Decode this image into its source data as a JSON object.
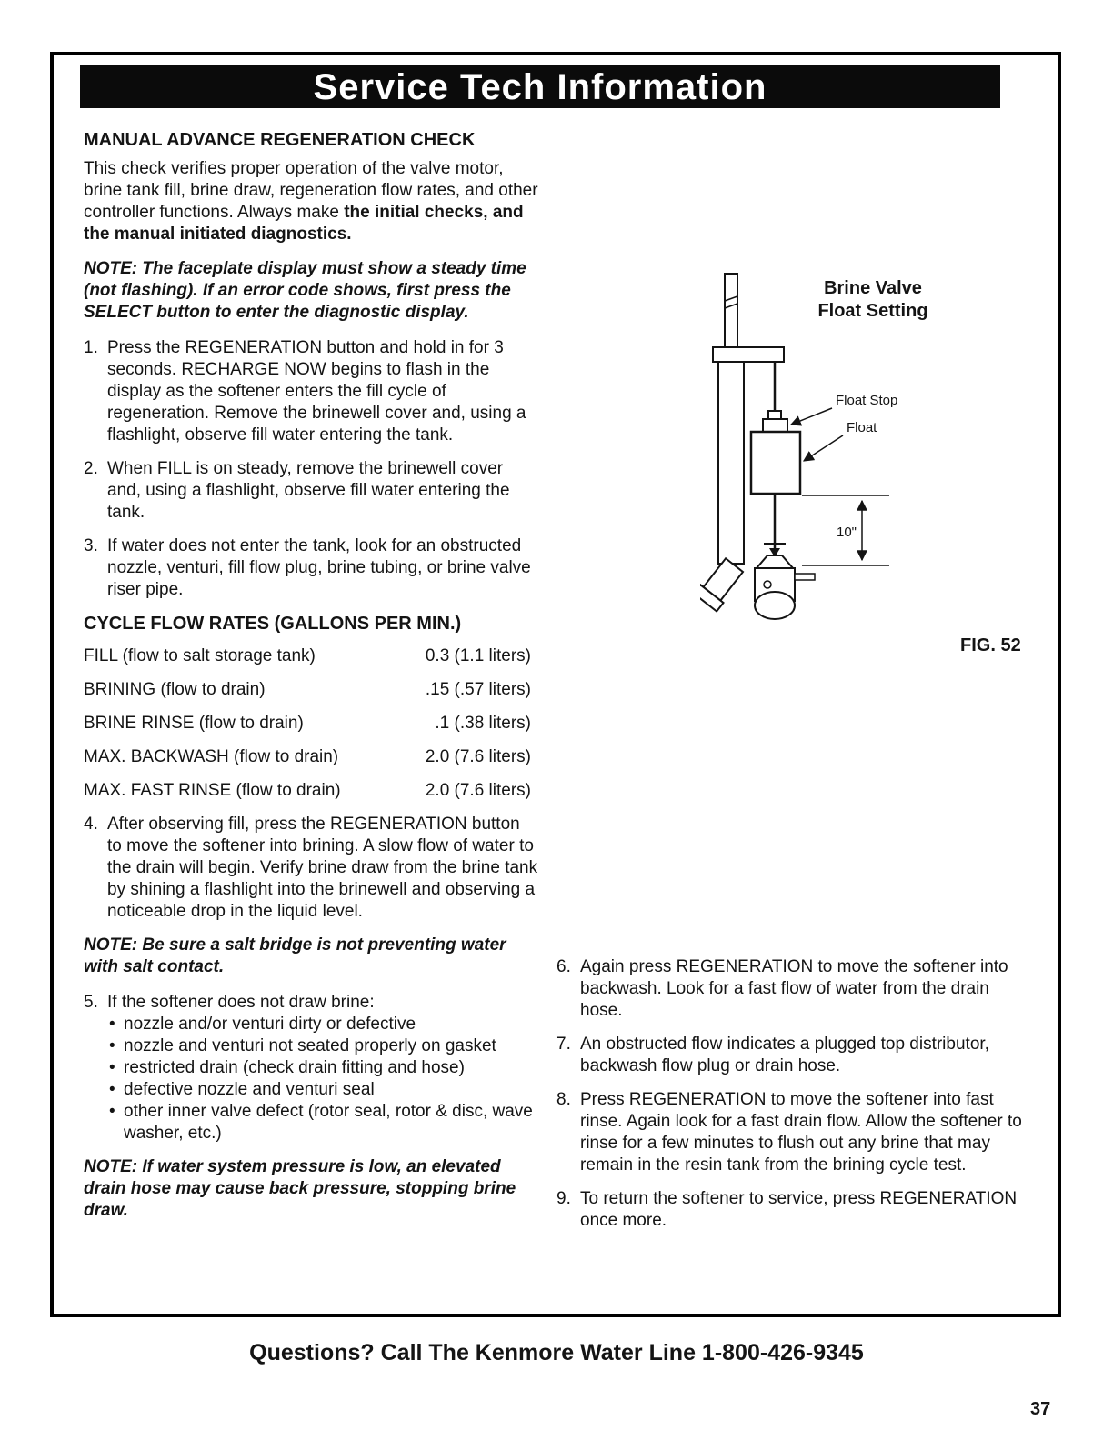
{
  "page": {
    "title": "Service Tech Information",
    "footer": "Questions? Call The Kenmore Water Line 1-800-426-9345",
    "page_number": "37"
  },
  "left": {
    "heading1": "MANUAL ADVANCE REGENERATION CHECK",
    "intro_normal": "This check verifies proper operation of the valve motor, brine tank fill, brine draw, regeneration flow rates, and other controller functions. Always make ",
    "intro_bold": "the initial checks, and the manual initiated diagnostics.",
    "note1": "NOTE: The faceplate display must show a steady time (not flashing). If an error code shows, first press the SELECT button to enter the diagnostic display.",
    "steps": [
      {
        "num": "1.",
        "text": "Press the REGENERATION button and hold in for 3 seconds. RECHARGE NOW begins to flash in the display as the softener enters the fill cycle of regeneration. Remove the brinewell cover and, using a flashlight, observe fill water entering the tank."
      },
      {
        "num": "2.",
        "text": "When FILL is on steady, remove the brinewell cover and, using a flashlight, observe fill water entering the tank."
      },
      {
        "num": "3.",
        "text": "If water does not enter the tank, look for an obstructed nozzle, venturi, fill flow plug, brine tubing, or brine valve riser pipe."
      }
    ],
    "heading2": "CYCLE FLOW RATES (GALLONS PER MIN.)",
    "flow_rates": [
      {
        "label": "FILL (flow to salt storage tank)",
        "value": "0.3 (1.1 liters)"
      },
      {
        "label": "BRINING (flow to drain)",
        "value": ".15 (.57 liters)"
      },
      {
        "label": "BRINE RINSE (flow to drain)",
        "value": ".1 (.38 liters)"
      },
      {
        "label": "MAX. BACKWASH (flow to drain)",
        "value": "2.0 (7.6 liters)"
      },
      {
        "label": "MAX. FAST RINSE (flow to drain)",
        "value": "2.0 (7.6 liters)"
      }
    ],
    "step4": {
      "num": "4.",
      "text": "After observing fill, press the REGENERATION button to move the softener into brining. A slow flow of water to the drain will begin. Verify brine draw from the brine tank by shining a flashlight into the brinewell and observing a noticeable drop in the liquid level."
    },
    "note2": "NOTE: Be sure a salt bridge is not preventing water with salt contact.",
    "step5": {
      "num": "5.",
      "text": "If the softener does not draw brine:"
    },
    "bullets": [
      "nozzle and/or venturi dirty or defective",
      "nozzle and venturi not seated properly on gasket",
      "restricted drain (check drain fitting and hose)",
      "defective nozzle and venturi seal",
      "other inner valve defect (rotor seal, rotor & disc, wave washer, etc.)"
    ],
    "note3": "NOTE: If water system pressure is low, an elevated drain hose may cause back pressure, stopping brine draw."
  },
  "right": {
    "figure": {
      "title_line1": "Brine Valve",
      "title_line2": "Float Setting",
      "label_float_stop": "Float Stop",
      "label_float": "Float",
      "dimension": "10\"",
      "fig_caption": "FIG. 52"
    },
    "steps": [
      {
        "num": "6.",
        "text": "Again press REGENERATION to move the softener into backwash. Look for a fast flow of water from the drain hose."
      },
      {
        "num": "7.",
        "text": "An obstructed flow indicates a plugged top distributor, backwash flow plug or drain hose."
      },
      {
        "num": "8.",
        "text": "Press REGENERATION to move the softener into fast rinse. Again look for a fast drain flow. Allow the softener to rinse for a few minutes to flush out any brine that may remain in the resin tank from the brining cycle test."
      },
      {
        "num": "9.",
        "text": "To return the softener to service, press REGENERATION once more."
      }
    ]
  }
}
